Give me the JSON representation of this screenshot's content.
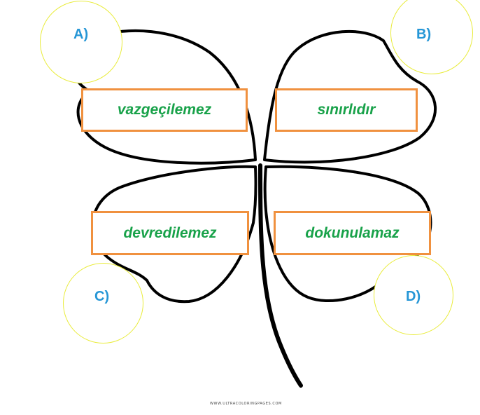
{
  "options": {
    "a_label": "A)",
    "b_label": "B)",
    "c_label": "C)",
    "d_label": "D)"
  },
  "words": {
    "top_left": "vazgeçilemez",
    "top_right": "sınırlıdır",
    "bottom_left": "devredilemez",
    "bottom_right": "dokunulamaz"
  },
  "watermark": "WWW.ULTRACOLORINGPAGES.COM",
  "colors": {
    "circle_border": "#e9ec3c",
    "letter": "#2596d6",
    "box_border": "#f0913f",
    "word_text": "#19a24a",
    "outline": "#000000"
  },
  "icons": {
    "clover": "four-leaf-clover-outline"
  }
}
